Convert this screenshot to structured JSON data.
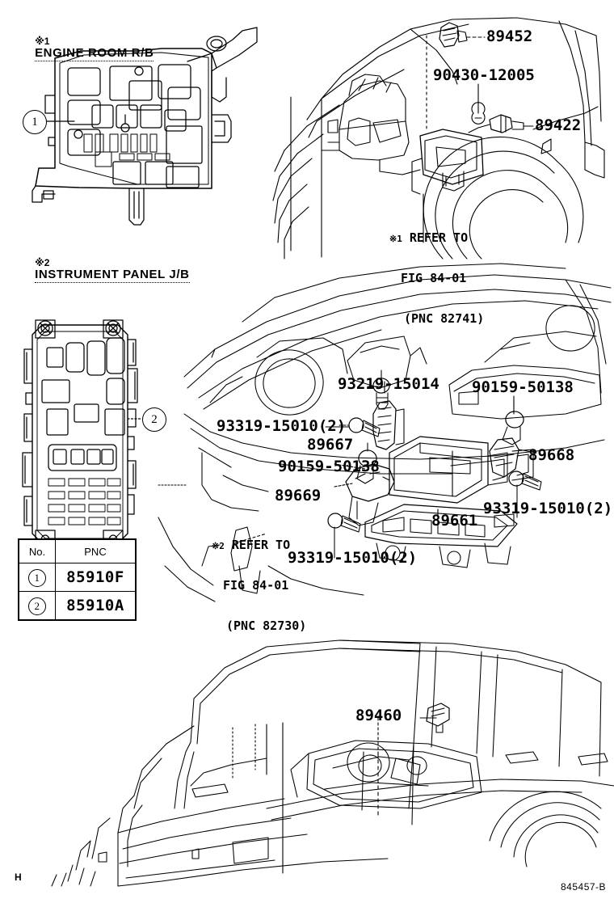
{
  "diagram": {
    "code": "845457-B",
    "edge_mark": "H",
    "sections": [
      {
        "id": "engine-room-rb",
        "mark": "※1",
        "title": "ENGINE ROOM R/B"
      },
      {
        "id": "instrument-panel-jb",
        "mark": "※2",
        "title": "INSTRUMENT PANEL J/B"
      }
    ]
  },
  "legend": {
    "headers": [
      "No.",
      "PNC"
    ],
    "rows": [
      {
        "no": "1",
        "pnc": "85910F"
      },
      {
        "no": "2",
        "pnc": "85910A"
      }
    ]
  },
  "balloons": [
    {
      "id": "balloon-1",
      "label": "1"
    },
    {
      "id": "balloon-2",
      "label": "2"
    }
  ],
  "callouts": {
    "engine": [
      {
        "id": "part-89452",
        "text": "89452"
      },
      {
        "id": "part-90430-12005",
        "text": "90430-12005"
      },
      {
        "id": "part-89422",
        "text": "89422"
      }
    ],
    "dash": [
      {
        "id": "part-93219-15014",
        "text": "93219-15014"
      },
      {
        "id": "part-90159-50138-right",
        "text": "90159-50138"
      },
      {
        "id": "part-93319-15010-left",
        "text": "93319-15010(2)"
      },
      {
        "id": "part-89667",
        "text": "89667"
      },
      {
        "id": "part-90159-50138-left",
        "text": "90159-50138"
      },
      {
        "id": "part-89668",
        "text": "89668"
      },
      {
        "id": "part-89669",
        "text": "89669"
      },
      {
        "id": "part-89661",
        "text": "89661"
      },
      {
        "id": "part-93319-15010-right",
        "text": "93319-15010(2)"
      },
      {
        "id": "part-93319-15010-bottom",
        "text": "93319-15010(2)"
      }
    ],
    "rear": [
      {
        "id": "part-89460",
        "text": "89460"
      }
    ]
  },
  "refer_notes": [
    {
      "id": "refer-note-engine",
      "mark": "※1",
      "line1": "REFER TO",
      "line2": "FIG 84-01",
      "line3": "(PNC 82741)"
    },
    {
      "id": "refer-note-dash",
      "mark": "※2",
      "line1": "REFER TO",
      "line2": "FIG 84-01",
      "line3": "(PNC 82730)"
    }
  ]
}
